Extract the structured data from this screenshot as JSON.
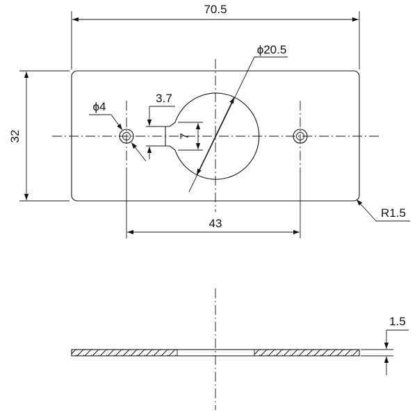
{
  "dimensions": {
    "overall_width": "70.5",
    "overall_height": "32",
    "hole_spacing": "43",
    "center_hole_diameter": "ϕ20.5",
    "mount_hole_diameter": "ϕ4",
    "notch_width": "3.7",
    "notch_height": "7",
    "corner_radius": "R1.5",
    "thickness": "1.5"
  }
}
